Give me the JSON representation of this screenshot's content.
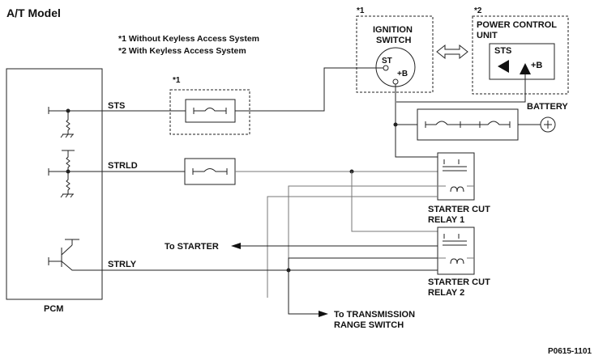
{
  "title": "A/T Model",
  "notes": [
    "*1 Without Keyless Access System",
    "*2 With Keyless Access System"
  ],
  "markers": {
    "m1": "*1",
    "m2": "*2"
  },
  "ignition_switch": {
    "label_line1": "IGNITION",
    "label_line2": "SWITCH",
    "st": "ST",
    "plus_b": "+B"
  },
  "power_control_unit": {
    "label_line1": "POWER CONTROL",
    "label_line2": "UNIT",
    "sts": "STS",
    "plus_b": "+B"
  },
  "battery": {
    "label": "BATTERY"
  },
  "pcm": {
    "label": "PCM"
  },
  "signals": {
    "sts": "STS",
    "strld": "STRLD",
    "strly": "STRLY"
  },
  "relay1": {
    "line1": "STARTER CUT",
    "line2": "RELAY 1"
  },
  "relay2": {
    "line1": "STARTER CUT",
    "line2": "RELAY 2"
  },
  "outputs": {
    "starter": "To STARTER",
    "trs_line1": "To TRANSMISSION",
    "trs_line2": "RANGE SWITCH"
  },
  "figure_code": "P0615-1101"
}
